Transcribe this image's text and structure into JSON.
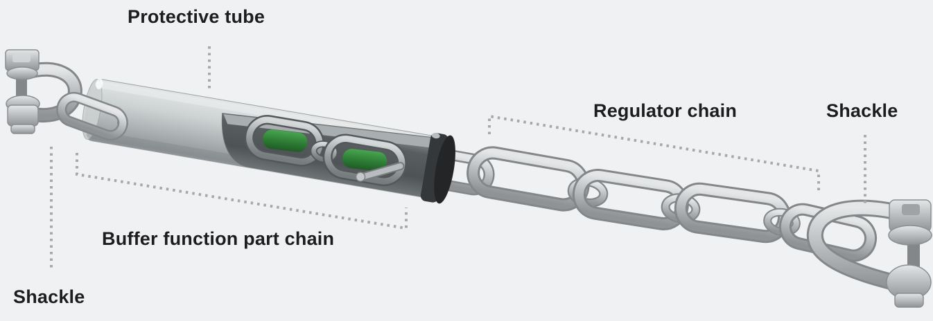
{
  "labels": {
    "protective_tube": "Protective tube",
    "regulator_chain": "Regulator chain",
    "shackle_right": "Shackle",
    "buffer_function_part_chain": "Buffer function part chain",
    "shackle_left": "Shackle"
  },
  "colors": {
    "background": "#f0f1f2",
    "label_text": "#1d1d1f",
    "leader_dots": "#a4a9ad",
    "metal_light": "#e4e6e7",
    "metal_mid": "#bcc0c2",
    "metal_dark": "#8f9396",
    "tube_cap_black": "#2a2c2e",
    "buffer_elastomer_green": "#2f8036"
  },
  "illustration": {
    "alt": "3D render of a tensioned buffer chain assembly: bolt-type shackle on the left, protective tube with a cutaway revealing the buffer function part chain with green elastomer inserts, a black end cap, a long regulator chain, and a bolt-type shackle on the right"
  }
}
